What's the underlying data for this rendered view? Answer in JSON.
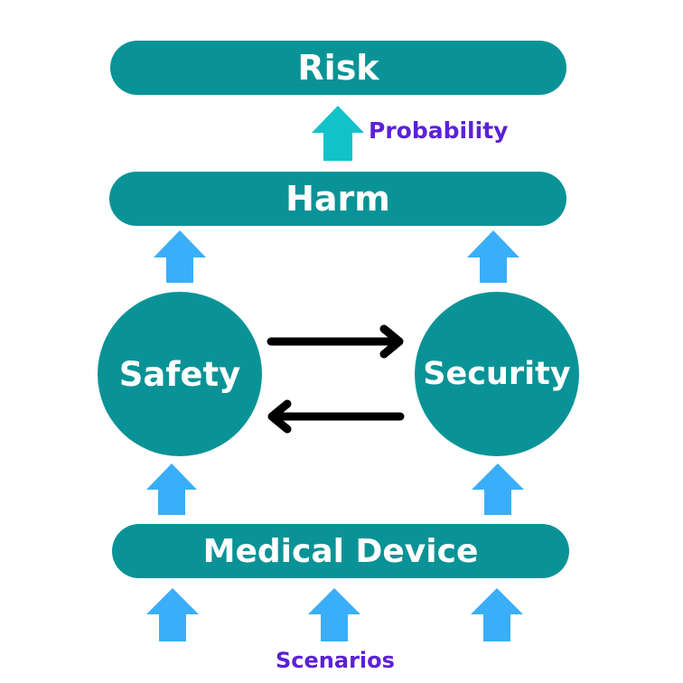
{
  "nodes": {
    "risk": "Risk",
    "harm": "Harm",
    "safety": "Safety",
    "security": "Security",
    "device": "Medical Device"
  },
  "labels": {
    "probability": "Probability",
    "scenarios": "Scenarios"
  },
  "colors": {
    "node_fill": "#0a9396",
    "node_text": "#ffffff",
    "up_arrow": "#3aaef8",
    "probability_arrow": "#12c2c9",
    "label_text": "#5b21d6",
    "link_arrow": "#000000"
  }
}
